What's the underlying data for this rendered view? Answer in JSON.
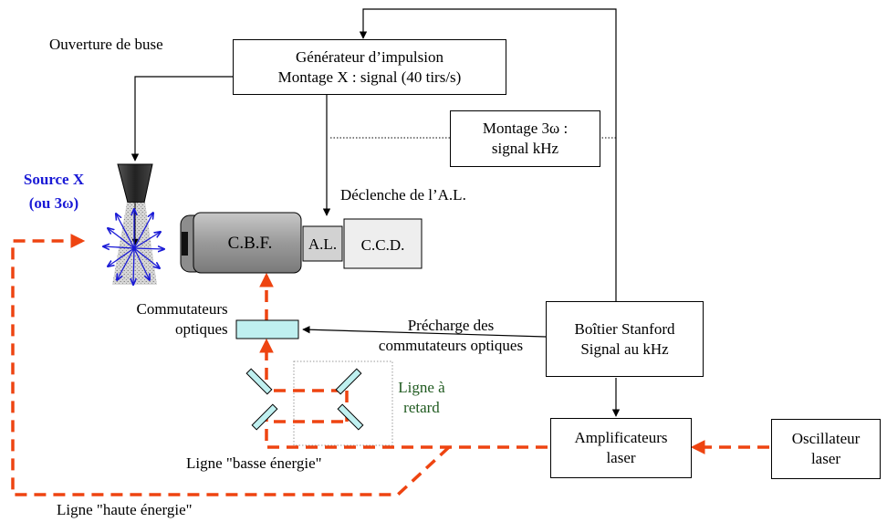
{
  "labels": {
    "nozzle_opening": "Ouverture de buse",
    "source_x_line1": "Source X",
    "source_x_line2": "(ou  3ω)",
    "trigger_al": "Déclenche de l’A.L.",
    "optical_switches_line1": "Commutateurs",
    "optical_switches_line2": "optiques",
    "precharge_line1": "Précharge des",
    "precharge_line2": "commutateurs optiques",
    "delay_line_line1": "Ligne à",
    "delay_line_line2": "retard",
    "low_energy_line": "Ligne \"basse énergie\"",
    "high_energy_line": "Ligne \"haute énergie\""
  },
  "boxes": {
    "pulse_generator": {
      "line1": "Générateur d’impulsion",
      "line2": "Montage X : signal (40 tirs/s)"
    },
    "montage_3w": {
      "line1": "Montage 3ω :",
      "line2": "signal kHz"
    },
    "stanford": {
      "line1": "Boîtier Stanford",
      "line2": "Signal au kHz"
    },
    "amplifiers": {
      "line1": "Amplificateurs",
      "line2": "laser"
    },
    "oscillator": {
      "line1": "Oscillateur",
      "line2": "laser"
    }
  },
  "camera": {
    "cbf": "C.B.F.",
    "al": "A.L.",
    "ccd": "C.C.D."
  },
  "colors": {
    "laser_path": "#ee4411",
    "source_text": "#1a1ad6",
    "delay_text": "#1f5a1f",
    "optic_fill": "#bff0f0",
    "camera_body": "#a0a0a0",
    "al_fill": "#d2d2d2",
    "ccd_fill": "#eeeeee"
  }
}
